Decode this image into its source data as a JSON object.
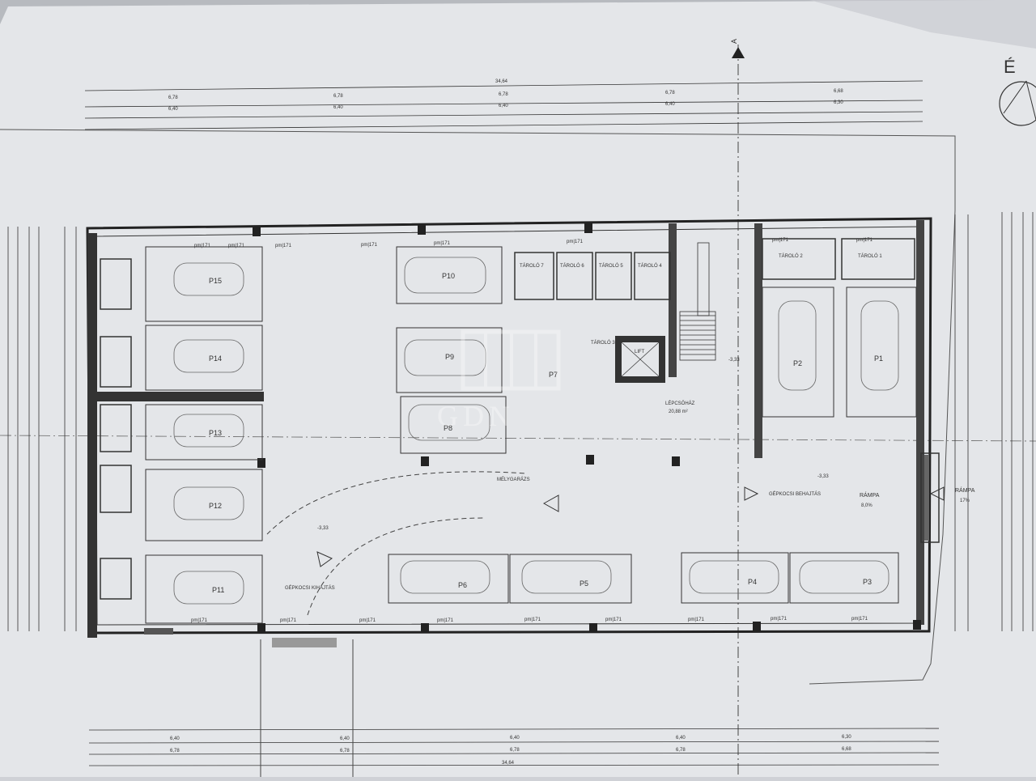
{
  "compass": {
    "letter": "É"
  },
  "section_marker": {
    "letter": "A"
  },
  "watermark": {
    "text": "GDN"
  },
  "dims_top": {
    "total": "34,64",
    "row2": [
      "6,78",
      "6,78",
      "6,78",
      "6,78",
      "6,68"
    ],
    "row3": [
      "6,40",
      "6,40",
      "6,40",
      "6,40",
      "6,30"
    ]
  },
  "dims_bottom": {
    "total": "34,64",
    "row2": [
      "6,40",
      "6,40",
      "6,40",
      "6,40",
      "6,30"
    ],
    "row3": [
      "6,78",
      "6,78",
      "6,78",
      "6,78",
      "6,68"
    ]
  },
  "parking": [
    {
      "id": "P15"
    },
    {
      "id": "P14"
    },
    {
      "id": "P13"
    },
    {
      "id": "P12"
    },
    {
      "id": "P11"
    },
    {
      "id": "P10"
    },
    {
      "id": "P9"
    },
    {
      "id": "P8"
    },
    {
      "id": "P7"
    },
    {
      "id": "P6"
    },
    {
      "id": "P5"
    },
    {
      "id": "P4"
    },
    {
      "id": "P3"
    },
    {
      "id": "P2"
    },
    {
      "id": "P1"
    }
  ],
  "rooms": {
    "tarolo7": "TÁROLÓ 7",
    "tarolo6": "TÁROLÓ 6",
    "tarolo5": "TÁROLÓ 5",
    "tarolo4": "TÁROLÓ 4",
    "tarolo3": "TÁROLÓ 3",
    "tarolo2": "TÁROLÓ 2",
    "tarolo1": "TÁROLÓ 1",
    "lift": "LIFT",
    "lepcsohaz": "LÉPCSŐHÁZ",
    "lepcsohaz_area": "20,88 m²",
    "melygarazs": "MÉLYGARÁZS",
    "gepkocsi_be": "GÉPKOCSI BEHAJTÁS",
    "gepkocsi_ki": "GÉPKOCSI KIHAJTÁS",
    "rampa": "RÁMPA",
    "rampa_pct": "8,0%",
    "rampa_right": "RÁMPA",
    "rampa_right_pct": "17%"
  },
  "labels": {
    "pm": "pm|171",
    "level": "-3,33"
  }
}
